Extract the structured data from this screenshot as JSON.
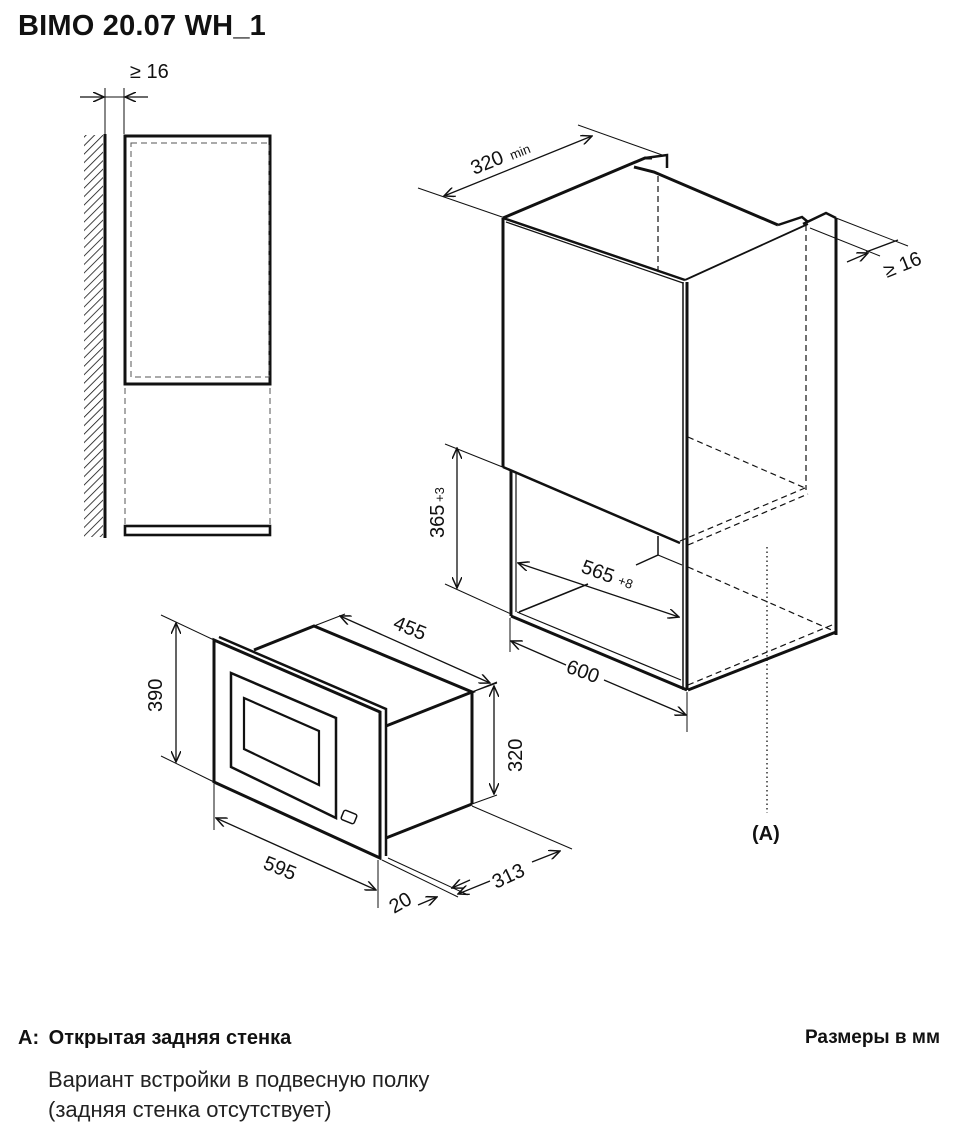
{
  "header": {
    "title": "BIMO 20.07 WH_1"
  },
  "side_view": {
    "gap_label": "≥ 16"
  },
  "cabinet_view": {
    "depth_label": "320",
    "depth_suffix": "min",
    "side_gap_label": "≥ 16",
    "niche_height_label": "365",
    "niche_height_tol": "+3",
    "niche_width_label": "565",
    "niche_width_tol": "+8",
    "cabinet_width_label": "600",
    "open_back_marker": "(A)"
  },
  "appliance_view": {
    "body_depth_label": "455",
    "front_height_label": "390",
    "body_height_label": "320",
    "front_width_label": "595",
    "front_thickness_label": "20",
    "protrusion_label": "313"
  },
  "footer": {
    "legend_key": "A:",
    "legend_text": "Открытая задняя стенка",
    "units_note": "Размеры в мм",
    "description_line1": "Вариант встройки в подвесную полку",
    "description_line2": "(задняя стенка отсутствует)"
  },
  "colors": {
    "line": "#111111",
    "background": "#ffffff",
    "dashed": "#333333",
    "light_dashed": "#555555"
  }
}
